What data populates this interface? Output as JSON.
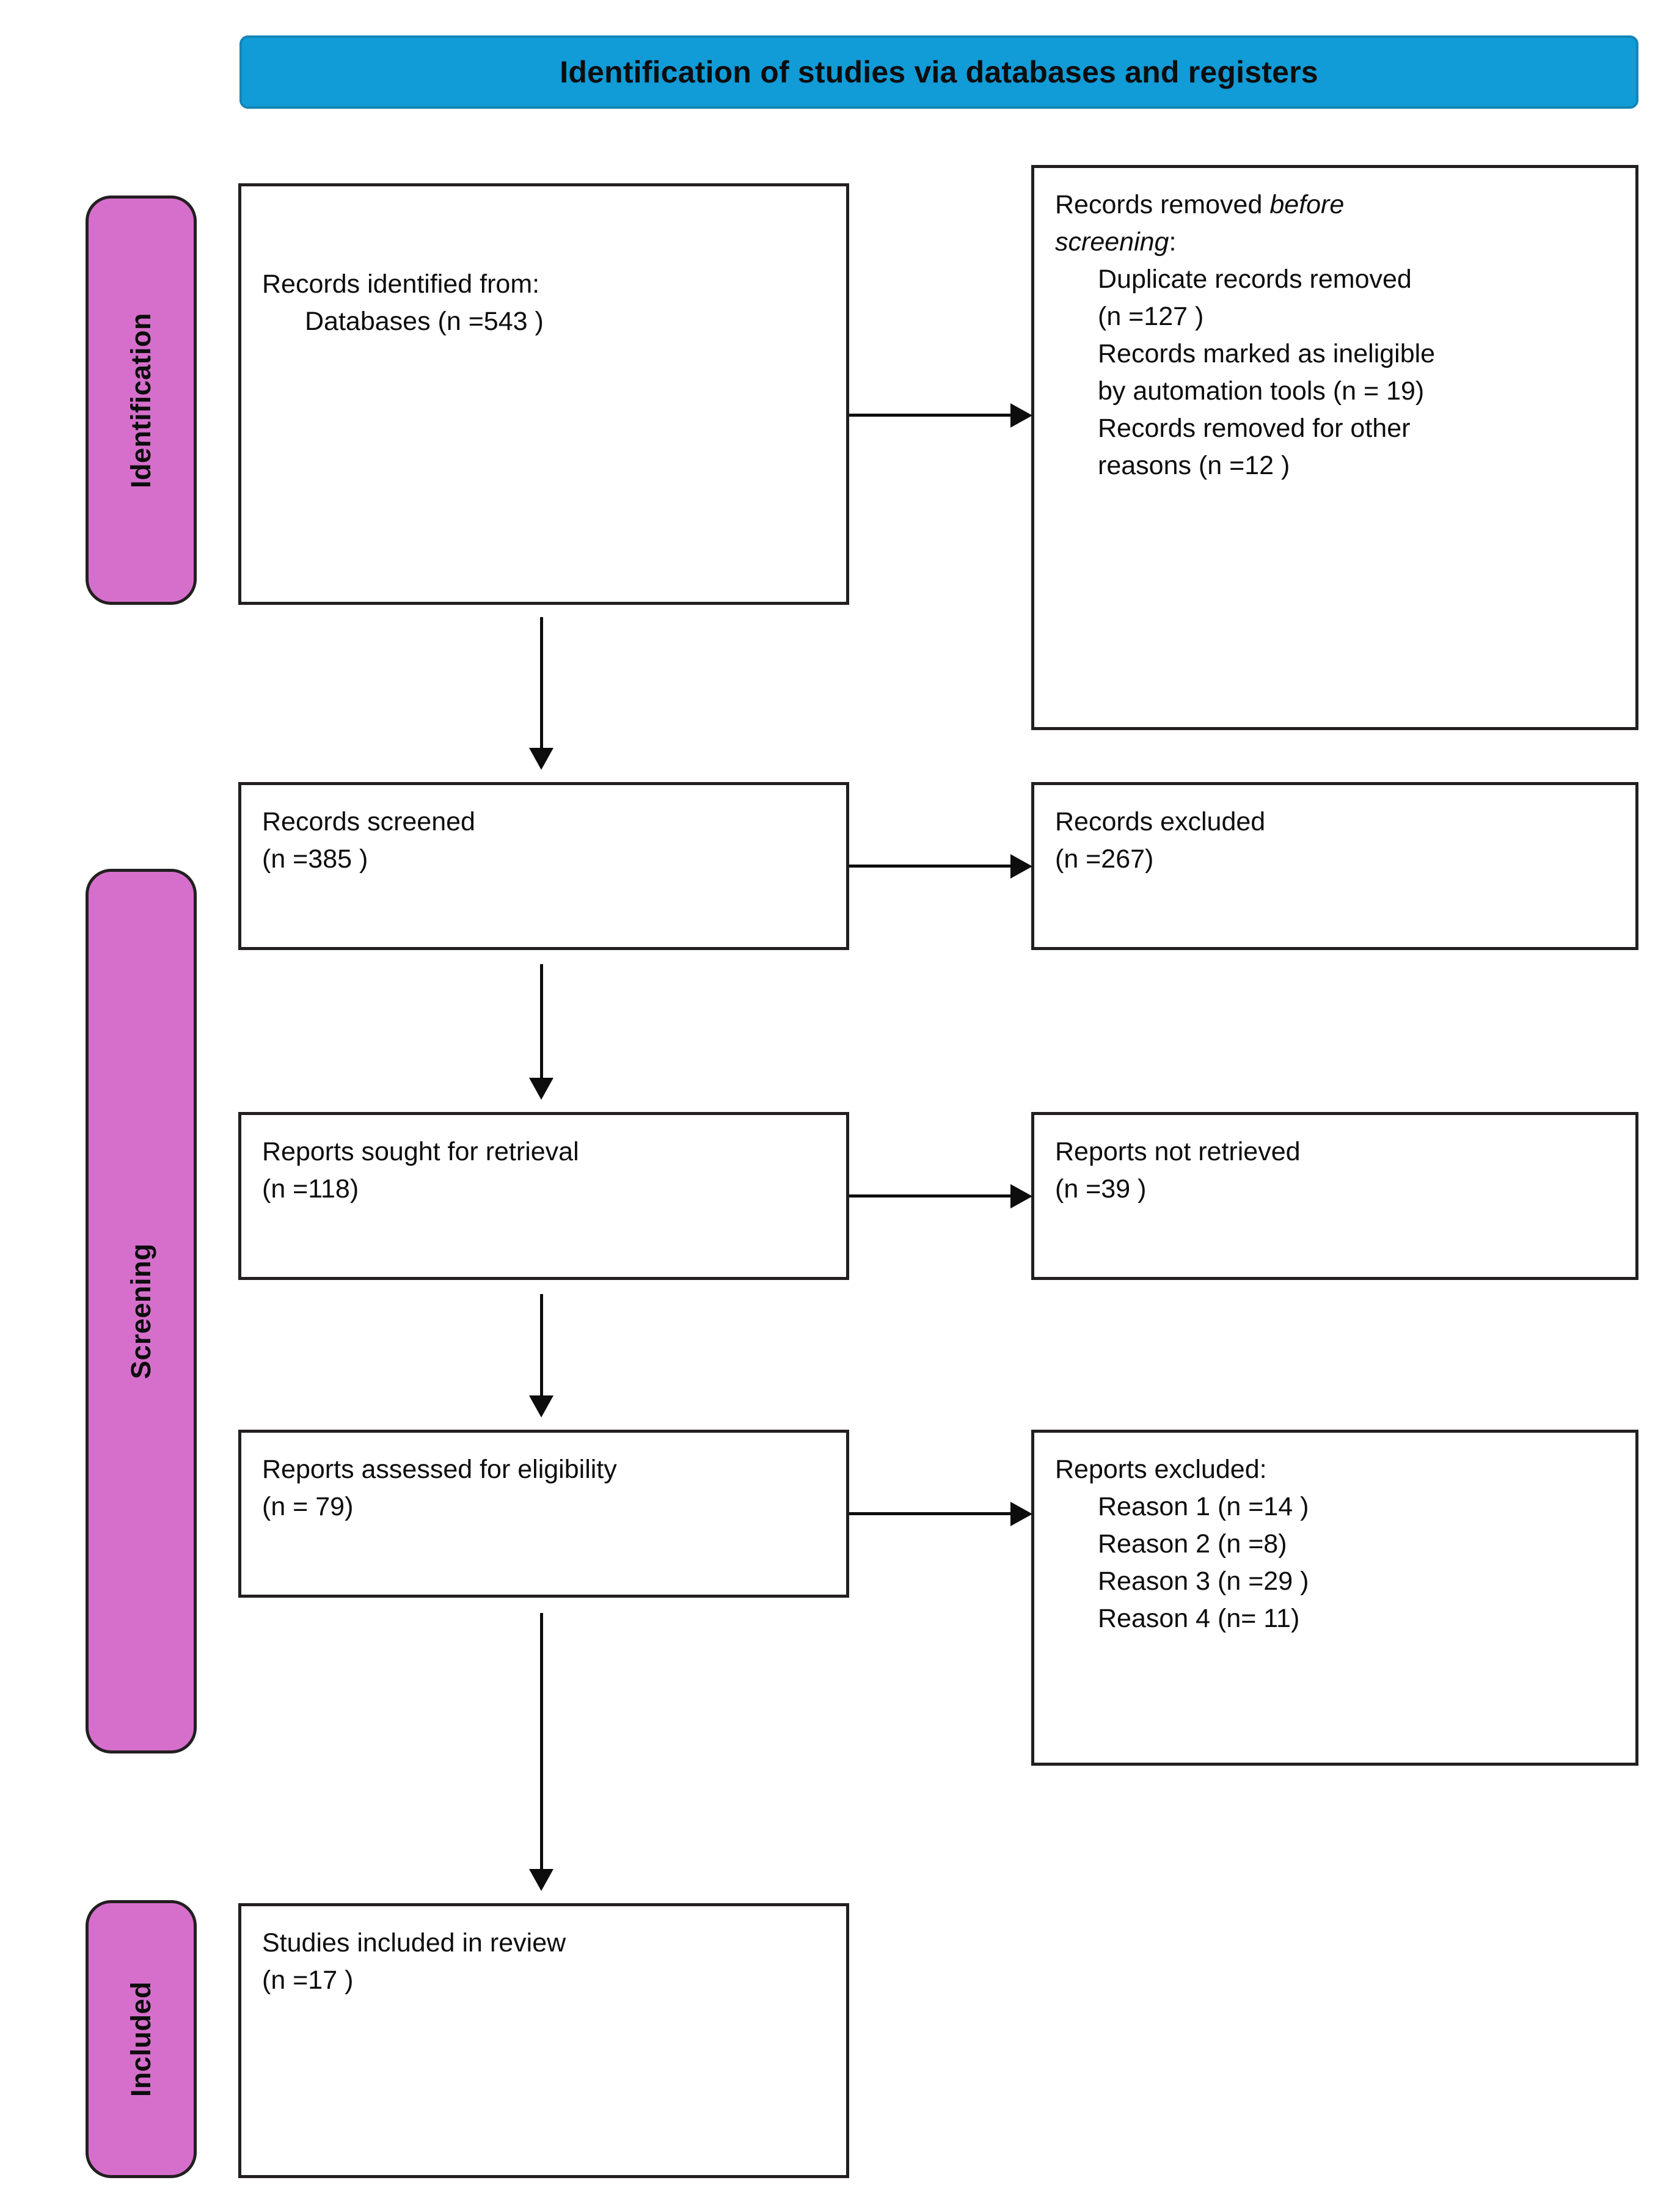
{
  "header": {
    "title": "Identification of studies via databases and registers",
    "bg_color": "#119BD7"
  },
  "stages": {
    "identification": "Identification",
    "screening": "Screening",
    "included": "Included",
    "bar_color": "#D66FCC"
  },
  "boxes": {
    "identified": {
      "line1": "Records identified from:",
      "line2": "Databases (n =543 )"
    },
    "removed_before": {
      "line1_prefix": "Records removed ",
      "line1_italic": "before",
      "line2_italic": "screening",
      "line2_suffix": ":",
      "item1": "Duplicate records removed",
      "item1b": "(n =127 )",
      "item2": "Records marked as ineligible",
      "item2b": "by automation tools (n = 19)",
      "item3": "Records removed for other",
      "item3b": "reasons (n =12 )"
    },
    "screened": {
      "line1": "Records screened",
      "line2": "(n =385 )"
    },
    "excluded": {
      "line1": "Records excluded",
      "line2": "(n =267)"
    },
    "sought": {
      "line1": "Reports sought for retrieval",
      "line2": "(n =118)"
    },
    "not_retrieved": {
      "line1": "Reports not retrieved",
      "line2": "(n =39 )"
    },
    "assessed": {
      "line1": "Reports assessed for eligibility",
      "line2": "(n = 79)"
    },
    "reports_excluded": {
      "line1": "Reports excluded:",
      "reason1": "Reason 1 (n =14 )",
      "reason2": "Reason 2 (n =8)",
      "reason3": "Reason 3 (n =29 )",
      "reason4": "Reason 4 (n= 11)"
    },
    "included": {
      "line1": "Studies included in review",
      "line2": "(n =17 )"
    }
  },
  "chart_data": {
    "type": "diagram",
    "title": "Identification of studies via databases and registers",
    "flow": [
      {
        "stage": "Identification",
        "node": "Records identified from: Databases",
        "n": 543
      },
      {
        "stage": "Identification",
        "node": "Duplicate records removed",
        "n": 127
      },
      {
        "stage": "Identification",
        "node": "Records marked as ineligible by automation tools",
        "n": 19
      },
      {
        "stage": "Identification",
        "node": "Records removed for other reasons",
        "n": 12
      },
      {
        "stage": "Screening",
        "node": "Records screened",
        "n": 385
      },
      {
        "stage": "Screening",
        "node": "Records excluded",
        "n": 267
      },
      {
        "stage": "Screening",
        "node": "Reports sought for retrieval",
        "n": 118
      },
      {
        "stage": "Screening",
        "node": "Reports not retrieved",
        "n": 39
      },
      {
        "stage": "Screening",
        "node": "Reports assessed for eligibility",
        "n": 79
      },
      {
        "stage": "Screening",
        "node": "Reports excluded: Reason 1",
        "n": 14
      },
      {
        "stage": "Screening",
        "node": "Reports excluded: Reason 2",
        "n": 8
      },
      {
        "stage": "Screening",
        "node": "Reports excluded: Reason 3",
        "n": 29
      },
      {
        "stage": "Screening",
        "node": "Reports excluded: Reason 4",
        "n": 11
      },
      {
        "stage": "Included",
        "node": "Studies included in review",
        "n": 17
      }
    ]
  }
}
